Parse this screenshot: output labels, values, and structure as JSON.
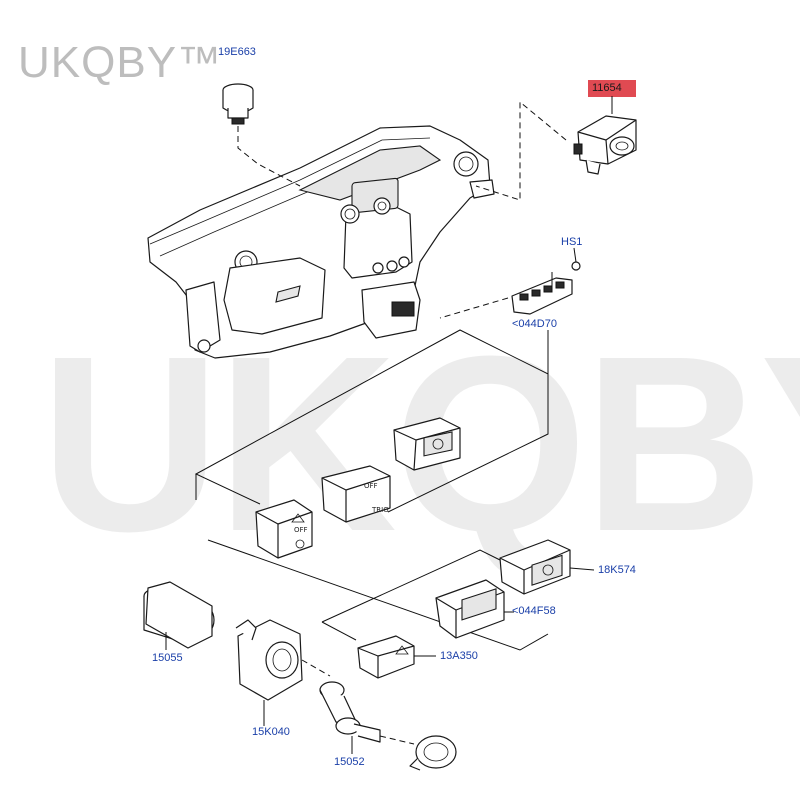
{
  "watermark": {
    "small": "UKQBY™",
    "large": "UKQBY™"
  },
  "highlight_color": "#e04a52",
  "label_color": "#1a3fa8",
  "parts": [
    {
      "id": "19E663",
      "label": "19E663"
    },
    {
      "id": "11654",
      "label": "11654",
      "highlighted": true
    },
    {
      "id": "HS1",
      "label": "HS1"
    },
    {
      "id": "044D70",
      "label": "<044D70"
    },
    {
      "id": "18K574",
      "label": "18K574"
    },
    {
      "id": "044F58",
      "label": "<044F58"
    },
    {
      "id": "13A350",
      "label": "13A350"
    },
    {
      "id": "15055",
      "label": "15055"
    },
    {
      "id": "15K040",
      "label": "15K040"
    },
    {
      "id": "15052",
      "label": "15052"
    }
  ]
}
